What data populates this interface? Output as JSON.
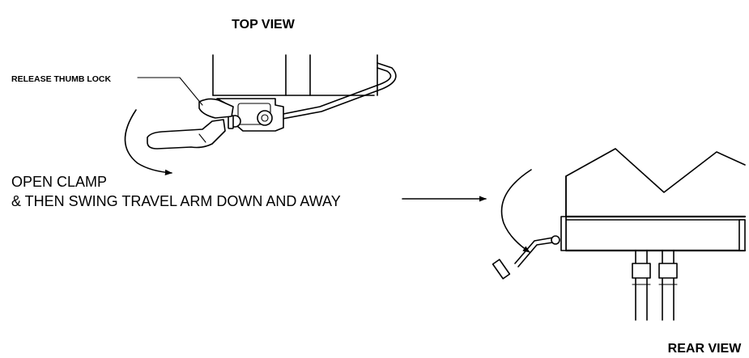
{
  "labels": {
    "top_view": "TOP VIEW",
    "release_thumb_lock": "RELEASE THUMB LOCK",
    "open_clamp": "OPEN CLAMP",
    "swing_instruction": "& THEN SWING TRAVEL ARM DOWN AND AWAY",
    "rear_view": "REAR VIEW"
  },
  "colors": {
    "line": "#000000",
    "background": "#ffffff"
  }
}
